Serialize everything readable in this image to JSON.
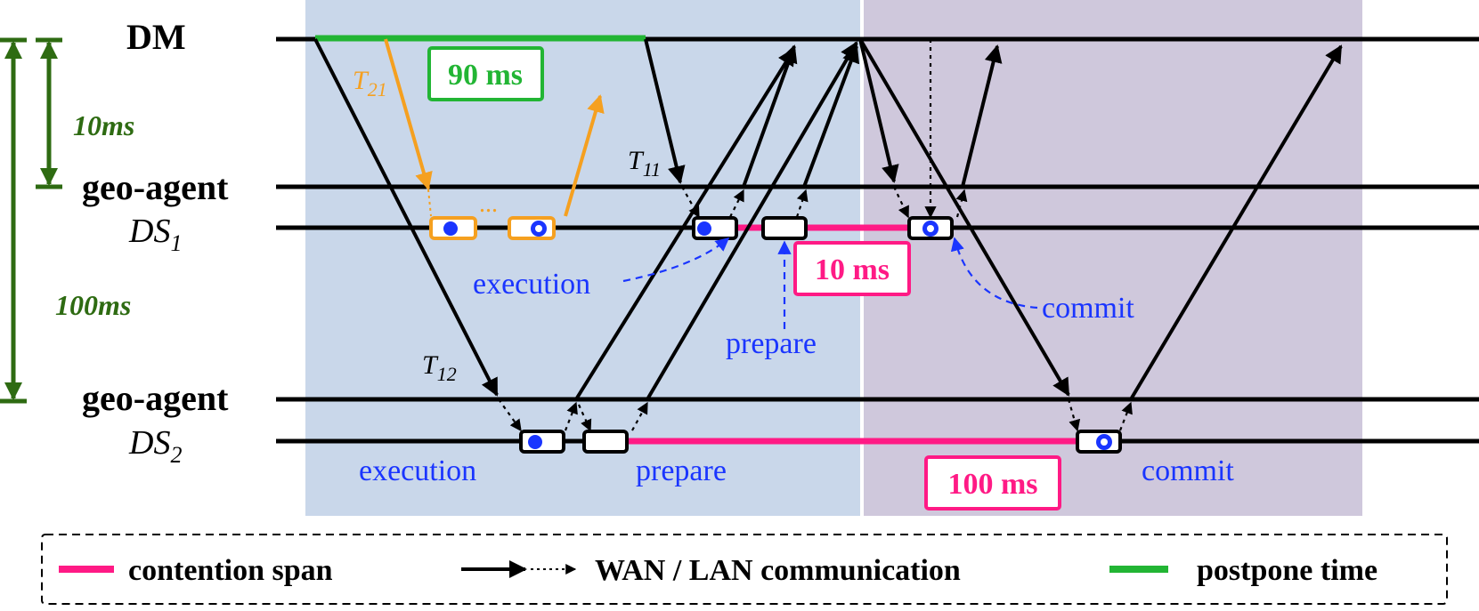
{
  "colors": {
    "phase1_bg": "#c9d7ea",
    "phase2_bg": "#cfc8dc",
    "contention": "#ff1a85",
    "postpone": "#22b534",
    "wan": "#000000",
    "transaction_arrow": "#f5a020",
    "annotation": "#1a35ff",
    "scale_arrow": "#2e6b12"
  },
  "lanes": {
    "dm": "DM",
    "geo_agent_1": "geo-agent",
    "ds1": {
      "base": "DS",
      "sub": "1"
    },
    "geo_agent_2": "geo-agent",
    "ds2": {
      "base": "DS",
      "sub": "2"
    }
  },
  "scale": {
    "short": "10ms",
    "long": "100ms"
  },
  "transactions": {
    "t21": {
      "base": "T",
      "sub": "21"
    },
    "t11": {
      "base": "T",
      "sub": "11"
    },
    "t12": {
      "base": "T",
      "sub": "12"
    }
  },
  "ellipsis": "...",
  "durations": {
    "postpone": "90 ms",
    "ds1_contention": "10 ms",
    "ds2_contention": "100 ms"
  },
  "annotations": {
    "ds1_execution": "execution",
    "ds1_prepare": "prepare",
    "ds1_commit": "commit",
    "ds2_execution": "execution",
    "ds2_prepare": "prepare",
    "ds2_commit": "commit"
  },
  "legend": {
    "contention": "contention span",
    "communication": "WAN / LAN communication",
    "postpone": "postpone time"
  }
}
